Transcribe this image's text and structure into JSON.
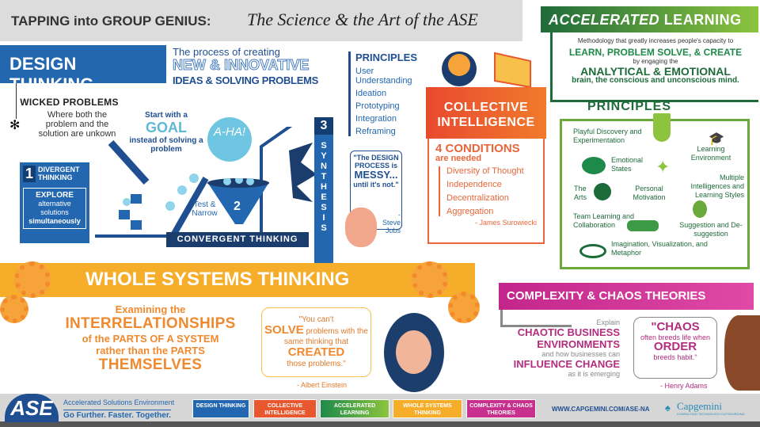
{
  "title": {
    "prefix": "TAPPING into GROUP GENIUS:",
    "script": "The Science & the Art of the ASE"
  },
  "design_thinking": {
    "heading": "DESIGN THINKING",
    "sub1": "The process of creating",
    "sub2": "NEW & INNOVATIVE",
    "sub3": "IDEAS & SOLVING PROBLEMS",
    "principles_title": "PRINCIPLES",
    "principles": [
      "User Understanding",
      "Ideation",
      "Prototyping",
      "Integration",
      "Reframing"
    ],
    "wicked_title": "WICKED PROBLEMS",
    "wicked_text": "Where both the problem and the solution are unkown",
    "goal_pre": "Start with a",
    "goal": "GOAL",
    "goal_post": "instead of solving a problem",
    "step1_num": "1",
    "step1": "DIVERGENT THINKING",
    "explore": "EXPLORE",
    "explore_text": "alternative solutions",
    "explore_bold": "simultaneously",
    "step2_num": "2",
    "test": "Test & Narrow",
    "convergent": "CONVERGENT THINKING",
    "aha": "A-HA!",
    "step3_num": "3",
    "synthesis": "SYNTHESIS",
    "quote_a": "\"The DESIGN PROCESS is",
    "quote_b": "MESSY...",
    "quote_c": "until it's not.\"",
    "quote_author": "- Steve Jobs"
  },
  "collective_intelligence": {
    "heading": "COLLECTIVE INTELLIGENCE",
    "conditions": "4 CONDITIONS",
    "needed": "are needed",
    "items": [
      "Diversity of Thought",
      "Independence",
      "Decentralization",
      "Aggregation"
    ],
    "author": "- James Surowiecki"
  },
  "accelerated_learning": {
    "heading_a": "ACCELERATED",
    "heading_b": "LEARNING",
    "line1": "Methodology that greatly increases people's capacity to",
    "line2": "LEARN, PROBLEM SOLVE, & CREATE",
    "line3": "by engaging the",
    "line4": "ANALYTICAL & EMOTIONAL",
    "line5": "brain, the conscious and unconscious mind.",
    "principles_title": "PRINCIPLES",
    "principles": [
      "Playful Discovery and Experimentation",
      "Learning Environment",
      "Emotional States",
      "The Arts",
      "Personal Motivation",
      "Multiple Intelligences and Learning Styles",
      "Team Learning and Collaboration",
      "Suggestion and De-suggestion",
      "Imagination, Visualization, and Metaphor"
    ]
  },
  "whole_systems": {
    "heading": "WHOLE SYSTEMS THINKING",
    "t1": "Examining the",
    "t2": "INTERRELATIONSHIPS",
    "t3": "of the PARTS OF A SYSTEM",
    "t4": "rather than the PARTS",
    "t5": "THEMSELVES",
    "q1": "\"You can't",
    "q2": "SOLVE",
    "q3": "problems with the same thinking that",
    "q4": "CREATED",
    "q5": "those problems.\"",
    "author": "- Albert Einstein"
  },
  "complexity": {
    "heading": "COMPLEXITY & CHAOS THEORIES",
    "t1": "Explain",
    "t2": "CHAOTIC BUSINESS ENVIRONMENTS",
    "t3": "and how businesses can",
    "t4": "INFLUENCE CHANGE",
    "t5": "as it is emerging",
    "q1": "\"CHAOS",
    "q2": "often breeds life when",
    "q3": "ORDER",
    "q4": "breeds habit.\"",
    "author": "- Henry Adams"
  },
  "footer": {
    "logo": "ASE",
    "line1": "Accelerated Solutions Environment",
    "line2": "Go Further. Faster. Together.",
    "tabs": [
      {
        "label": "DESIGN THINKING",
        "color": "#2367b0"
      },
      {
        "label": "COLLECTIVE INTELLIGENCE",
        "color": "#e8572e"
      },
      {
        "label": "ACCELERATED LEARNING",
        "color": "#3d9a45"
      },
      {
        "label": "WHOLE SYSTEMS THINKING",
        "color": "#f6ad2a"
      },
      {
        "label": "COMPLEXITY & CHAOS THEORIES",
        "color": "#c8308e"
      }
    ],
    "url": "WWW.CAPGEMINI.COM/ASE-NA",
    "brand": "Capgemini",
    "brand_tag": "CONSULTING.TECHNOLOGY.OUTSOURCING"
  }
}
